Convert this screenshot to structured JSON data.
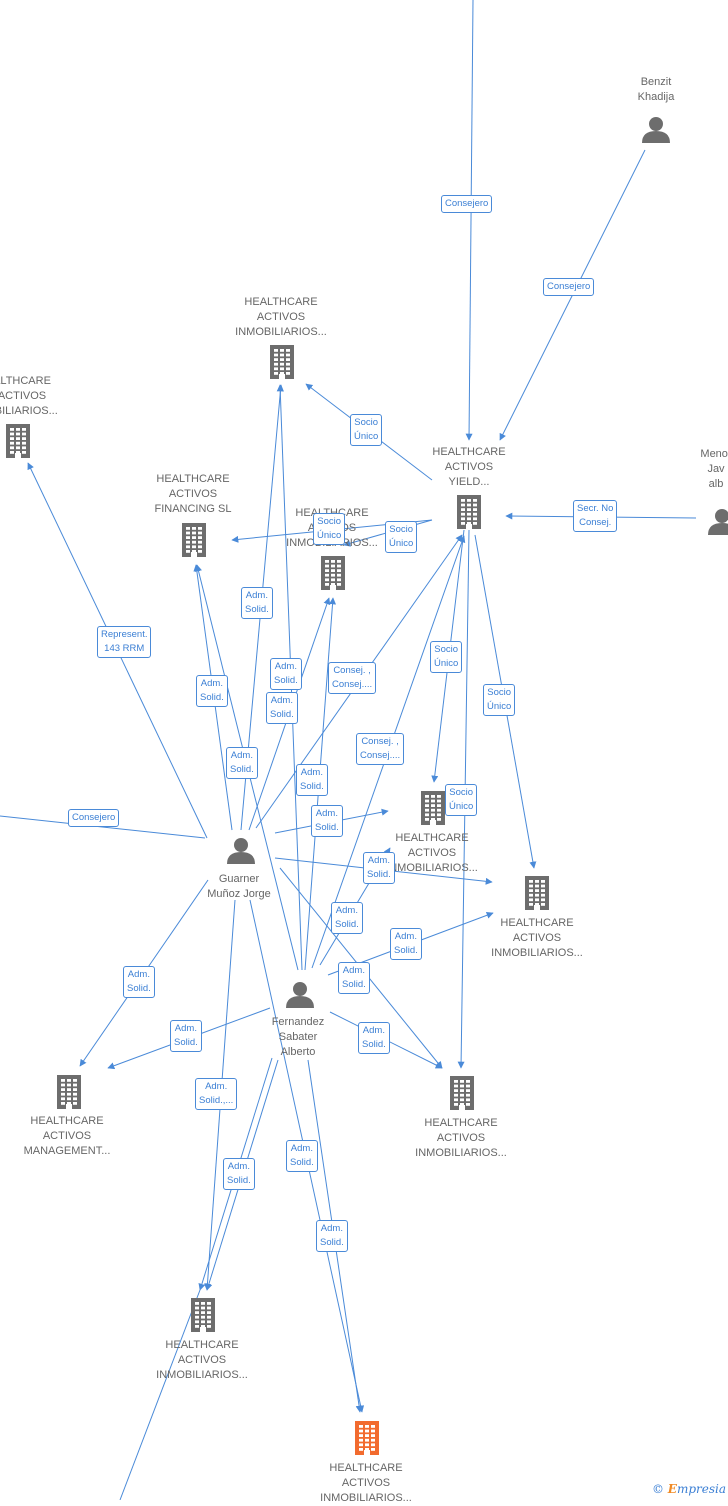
{
  "nodes": {
    "benzit": {
      "label": [
        "Benzit",
        "Khadija"
      ],
      "kind": "person"
    },
    "menor": {
      "label": [
        "Menor",
        "Jav",
        "alb"
      ],
      "kind": "person"
    },
    "guarner": {
      "label": [
        "Guarner",
        "Muñoz Jorge"
      ],
      "kind": "person"
    },
    "fernandez": {
      "label": [
        "Fernandez",
        "Sabater",
        "Alberto"
      ],
      "kind": "person"
    },
    "hc_inmob_top": {
      "label": [
        "HEALTHCARE",
        "ACTIVOS",
        "INMOBILIARIOS..."
      ],
      "kind": "company"
    },
    "hc_left": {
      "label": [
        "ALTHCARE",
        "ACTIVOS",
        "OBILIARIOS..."
      ],
      "kind": "company"
    },
    "hc_yield": {
      "label": [
        "HEALTHCARE",
        "ACTIVOS",
        "YIELD..."
      ],
      "kind": "company"
    },
    "hc_financing": {
      "label": [
        "HEALTHCARE",
        "ACTIVOS",
        "FINANCING  SL"
      ],
      "kind": "company"
    },
    "hc_inmob_mid": {
      "label": [
        "HEALTHCARE",
        "ACTIVOS",
        "INMOBILIARIOS..."
      ],
      "kind": "company"
    },
    "hc_inmob_center": {
      "label": [
        "HEALTHCARE",
        "ACTIVOS",
        "INMOBILIARIOS..."
      ],
      "kind": "company"
    },
    "hc_inmob_right": {
      "label": [
        "HEALTHCARE",
        "ACTIVOS",
        "INMOBILIARIOS..."
      ],
      "kind": "company"
    },
    "hc_management": {
      "label": [
        "HEALTHCARE",
        "ACTIVOS",
        "MANAGEMENT..."
      ],
      "kind": "company"
    },
    "hc_inmob_lowright": {
      "label": [
        "HEALTHCARE",
        "ACTIVOS",
        "INMOBILIARIOS..."
      ],
      "kind": "company"
    },
    "hc_inmob_bottomleft": {
      "label": [
        "HEALTHCARE",
        "ACTIVOS",
        "INMOBILIARIOS..."
      ],
      "kind": "company"
    },
    "hc_inmob_main": {
      "label": [
        "HEALTHCARE",
        "ACTIVOS",
        "INMOBILIARIOS..."
      ],
      "kind": "company-highlight"
    }
  },
  "edge_labels": [
    [
      "Consejero"
    ],
    [
      "Consejero"
    ],
    [
      "Socio",
      "Único"
    ],
    [
      "Secr.  No",
      "Consej."
    ],
    [
      "Socio",
      "Único"
    ],
    [
      "Socio",
      "Único"
    ],
    [
      "Adm.",
      "Solid."
    ],
    [
      "Represent.",
      "143 RRM"
    ],
    [
      "Adm.",
      "Solid."
    ],
    [
      "Adm.",
      "Solid."
    ],
    [
      "Adm.",
      "Solid."
    ],
    [
      "Consej. ,",
      "Consej...."
    ],
    [
      "Socio",
      "Único"
    ],
    [
      "Socio",
      "Único"
    ],
    [
      "Adm.",
      "Solid."
    ],
    [
      "Consej. ,",
      "Consej...."
    ],
    [
      "Consejero"
    ],
    [
      "Adm.",
      "Solid."
    ],
    [
      "Adm.",
      "Solid."
    ],
    [
      "Socio",
      "Único"
    ],
    [
      "Adm.",
      "Solid."
    ],
    [
      "Adm.",
      "Solid."
    ],
    [
      "Adm.",
      "Solid."
    ],
    [
      "Adm.",
      "Solid."
    ],
    [
      "Adm.",
      "Solid."
    ],
    [
      "Adm.",
      "Solid."
    ],
    [
      "Adm.",
      "Solid.,..."
    ],
    [
      "Adm.",
      "Solid."
    ],
    [
      "Adm.",
      "Solid."
    ],
    [
      "Adm.",
      "Solid."
    ],
    [
      "Adm.",
      "Solid."
    ]
  ],
  "colors": {
    "edge": "#4a8ad8",
    "icon": "#6d6d6d",
    "highlight": "#f26b2e",
    "text": "#666666"
  },
  "brand": {
    "symbol": "©",
    "letter": "E",
    "name": "mpresia"
  }
}
